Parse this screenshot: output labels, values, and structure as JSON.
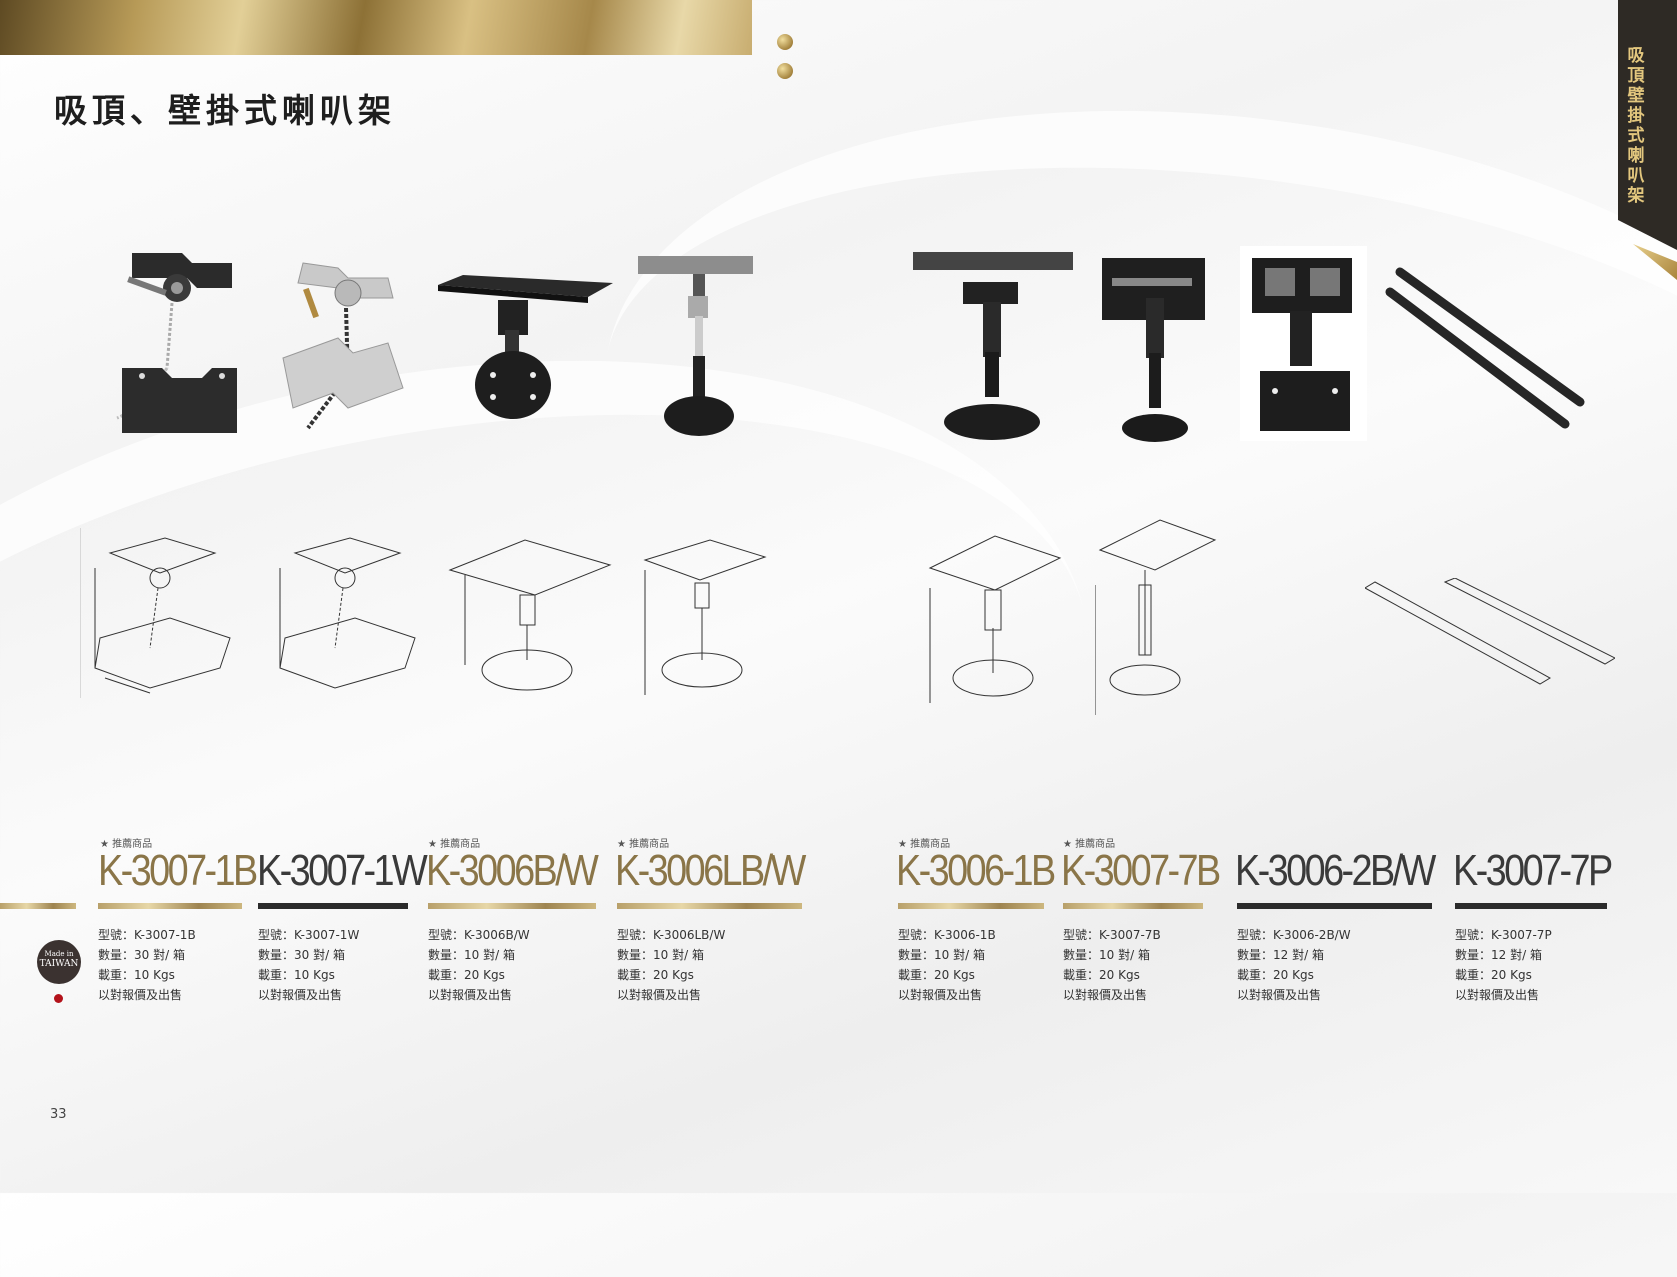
{
  "page": {
    "title": "吸頂、壁掛式喇叭架",
    "side_label": "吸頂壁掛式喇叭架",
    "page_number": "33",
    "made_in": {
      "line1": "Made in",
      "line2": "TAIWAN"
    }
  },
  "colors": {
    "gold": "#8a7548",
    "dark": "#3a3a3a",
    "side_tab": "#2e2a25",
    "red_dot": "#b3131b"
  },
  "products": [
    {
      "badge": "★ 推薦商品",
      "model": "K-3007-1B",
      "spec_model": "型號：K-3007-1B",
      "qty": "數量：30 對/ 箱",
      "load": "載重：10 Kgs",
      "note": "以對報價及出售"
    },
    {
      "badge": "",
      "model": "K-3007-1W",
      "spec_model": "型號：K-3007-1W",
      "qty": "數量：30 對/ 箱",
      "load": "載重：10 Kgs",
      "note": "以對報價及出售"
    },
    {
      "badge": "★ 推薦商品",
      "model": "K-3006B/W",
      "spec_model": "型號：K-3006B/W",
      "qty": "數量：10 對/ 箱",
      "load": "載重：20 Kgs",
      "note": "以對報價及出售"
    },
    {
      "badge": "★ 推薦商品",
      "model": "K-3006LB/W",
      "spec_model": "型號：K-3006LB/W",
      "qty": "數量：10 對/ 箱",
      "load": "載重：20 Kgs",
      "note": "以對報價及出售"
    },
    {
      "badge": "★ 推薦商品",
      "model": "K-3006-1B",
      "spec_model": "型號：K-3006-1B",
      "qty": "數量：10 對/ 箱",
      "load": "載重：20 Kgs",
      "note": "以對報價及出售"
    },
    {
      "badge": "★ 推薦商品",
      "model": "K-3007-7B",
      "spec_model": "型號：K-3007-7B",
      "qty": "數量：10 對/ 箱",
      "load": "載重：20 Kgs",
      "note": "以對報價及出售"
    },
    {
      "badge": "",
      "model": "K-3006-2B/W",
      "spec_model": "型號：K-3006-2B/W",
      "qty": "數量：12 對/ 箱",
      "load": "載重：20 Kgs",
      "note": "以對報價及出售"
    },
    {
      "badge": "",
      "model": "K-3007-7P",
      "spec_model": "型號：K-3007-7P",
      "qty": "數量：12 對/ 箱",
      "load": "載重：20 Kgs",
      "note": "以對報價及出售"
    }
  ]
}
